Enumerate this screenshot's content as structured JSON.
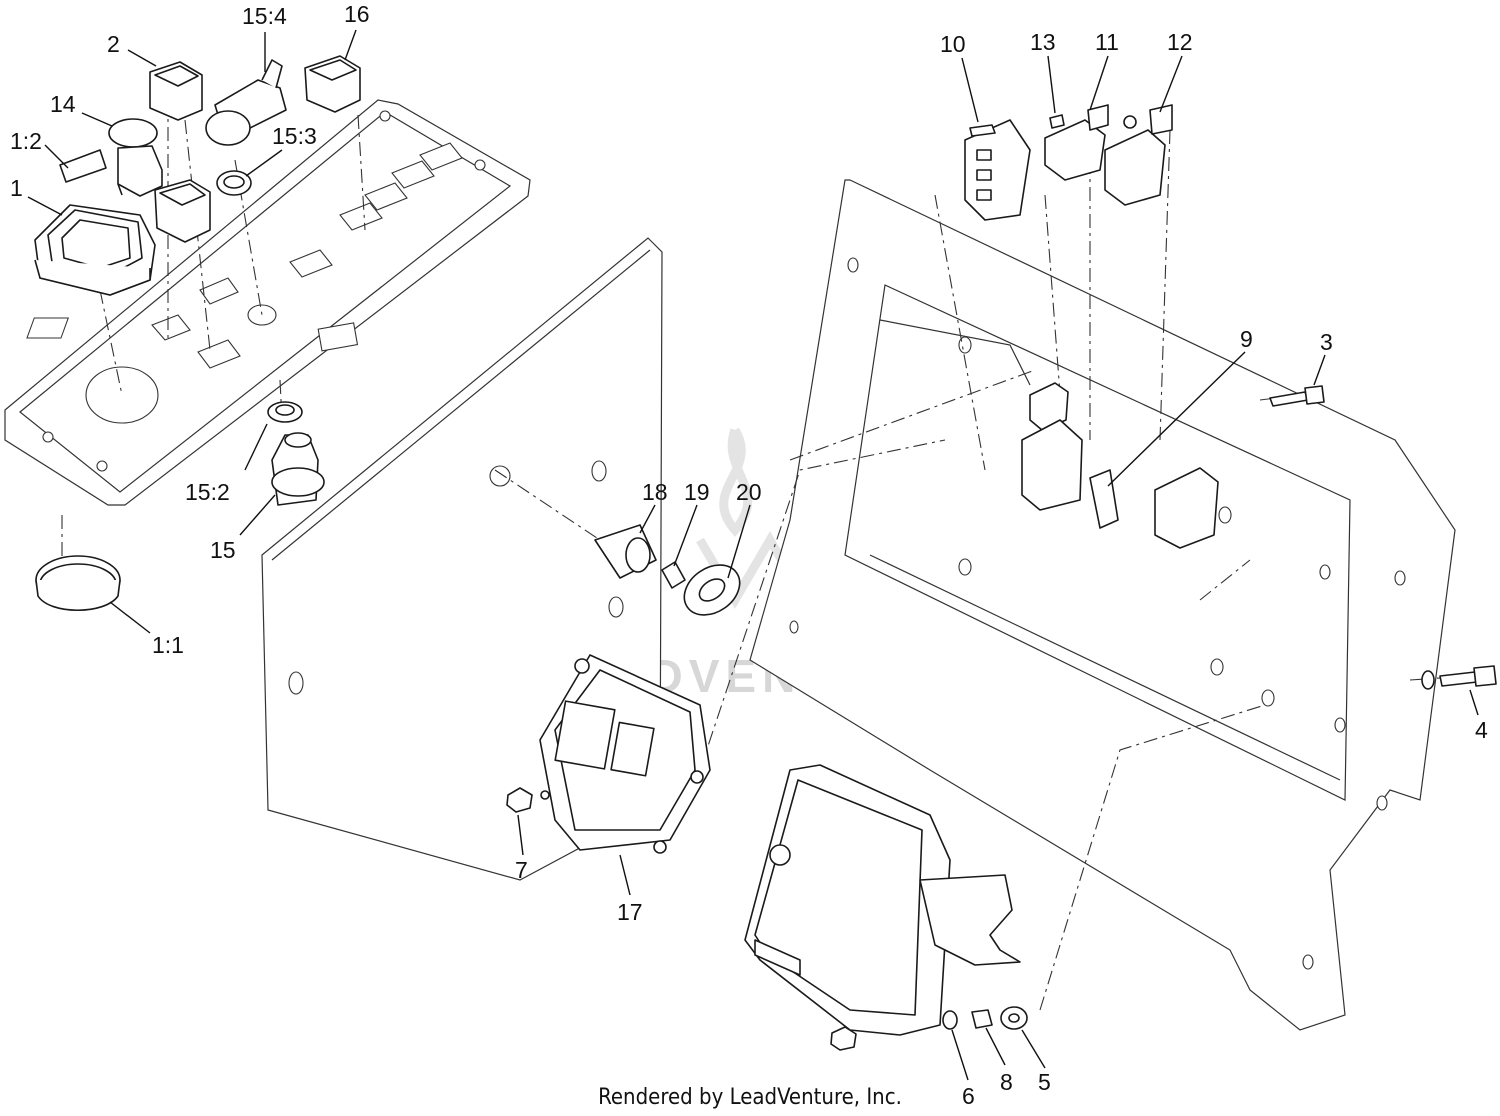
{
  "diagram": {
    "callouts": [
      {
        "id": "1",
        "text": "1"
      },
      {
        "id": "1_2",
        "text": "1:2"
      },
      {
        "id": "14",
        "text": "14"
      },
      {
        "id": "2",
        "text": "2"
      },
      {
        "id": "15_4",
        "text": "15:4"
      },
      {
        "id": "16",
        "text": "16"
      },
      {
        "id": "15_3",
        "text": "15:3"
      },
      {
        "id": "15_2",
        "text": "15:2"
      },
      {
        "id": "15",
        "text": "15"
      },
      {
        "id": "1_1",
        "text": "1:1"
      },
      {
        "id": "18",
        "text": "18"
      },
      {
        "id": "19",
        "text": "19"
      },
      {
        "id": "20",
        "text": "20"
      },
      {
        "id": "7",
        "text": "7"
      },
      {
        "id": "17",
        "text": "17"
      },
      {
        "id": "10",
        "text": "10"
      },
      {
        "id": "13",
        "text": "13"
      },
      {
        "id": "11",
        "text": "11"
      },
      {
        "id": "12",
        "text": "12"
      },
      {
        "id": "9",
        "text": "9"
      },
      {
        "id": "3",
        "text": "3"
      },
      {
        "id": "4",
        "text": "4"
      },
      {
        "id": "6",
        "text": "6"
      },
      {
        "id": "8",
        "text": "8"
      },
      {
        "id": "5",
        "text": "5"
      }
    ],
    "watermark": "LEADVENTURE",
    "credit": "Rendered by LeadVenture, Inc."
  }
}
